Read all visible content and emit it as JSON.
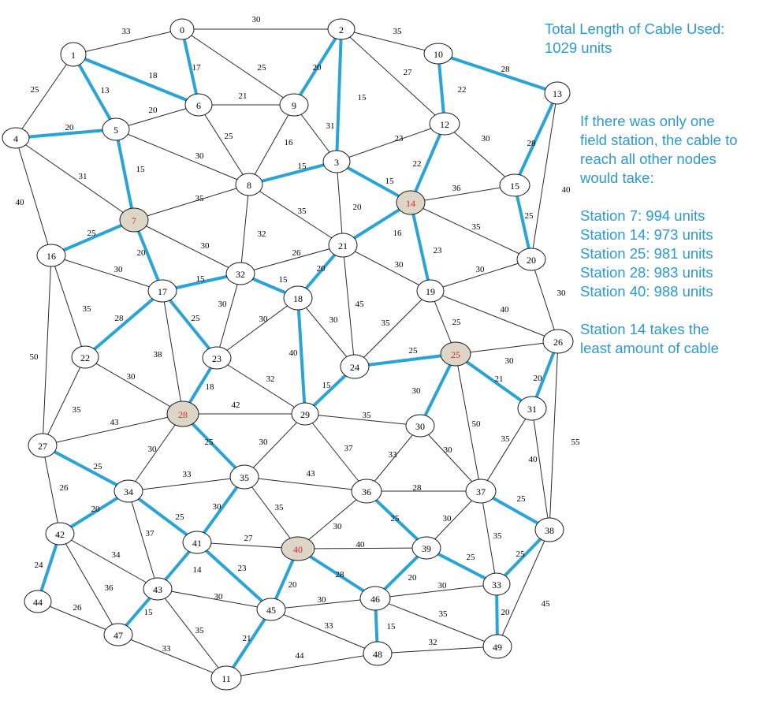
{
  "total_panel": {
    "line1": "Total Length of Cable Used:",
    "line2": "1029 units"
  },
  "info_panel": {
    "intro_lines": [
      "If there was only one",
      "field station, the cable to",
      "reach all other nodes",
      "would take:"
    ],
    "station_lines": [
      "Station 7: 994 units",
      "Station 14: 973 units",
      "Station 25: 981 units",
      "Station 28: 983 units",
      "Station 40: 988 units"
    ],
    "conclusion_lines": [
      "Station 14 takes the",
      "least amount of cable"
    ]
  },
  "colors": {
    "mst_edge": "#2aa3d5",
    "station_fill": "#ddd6c6",
    "station_label": "#e0262b",
    "panel_text": "#2a9bd0"
  },
  "graph": {
    "stations": [
      "7",
      "14",
      "25",
      "28",
      "40"
    ],
    "nodes": [
      "0",
      "1",
      "2",
      "3",
      "4",
      "5",
      "6",
      "7",
      "8",
      "9",
      "10",
      "11",
      "12",
      "13",
      "14",
      "15",
      "16",
      "17",
      "18",
      "19",
      "20",
      "21",
      "22",
      "23",
      "24",
      "25",
      "26",
      "27",
      "28",
      "29",
      "30",
      "31",
      "32",
      "33",
      "34",
      "35",
      "36",
      "37",
      "38",
      "39",
      "40",
      "41",
      "42",
      "43",
      "44",
      "45",
      "46",
      "47",
      "48",
      "49"
    ],
    "edges": [
      {
        "from": "0",
        "to": "1",
        "weight": "33",
        "mst": false
      },
      {
        "from": "0",
        "to": "2",
        "weight": "30",
        "mst": false
      },
      {
        "from": "0",
        "to": "6",
        "weight": "17",
        "mst": true
      },
      {
        "from": "0",
        "to": "9",
        "weight": "25",
        "mst": false
      },
      {
        "from": "1",
        "to": "4",
        "weight": "25",
        "mst": false
      },
      {
        "from": "1",
        "to": "5",
        "weight": "13",
        "mst": true
      },
      {
        "from": "1",
        "to": "6",
        "weight": "18",
        "mst": true
      },
      {
        "from": "2",
        "to": "9",
        "weight": "20",
        "mst": true
      },
      {
        "from": "2",
        "to": "3",
        "weight": "15",
        "mst": true
      },
      {
        "from": "2",
        "to": "10",
        "weight": "35",
        "mst": false
      },
      {
        "from": "2",
        "to": "12",
        "weight": "27",
        "mst": false
      },
      {
        "from": "4",
        "to": "5",
        "weight": "20",
        "mst": true
      },
      {
        "from": "4",
        "to": "7",
        "weight": "31",
        "mst": false
      },
      {
        "from": "4",
        "to": "16",
        "weight": "40",
        "mst": false
      },
      {
        "from": "5",
        "to": "6",
        "weight": "20",
        "mst": false
      },
      {
        "from": "5",
        "to": "7",
        "weight": "15",
        "mst": true
      },
      {
        "from": "5",
        "to": "8",
        "weight": "30",
        "mst": false
      },
      {
        "from": "6",
        "to": "9",
        "weight": "21",
        "mst": false
      },
      {
        "from": "6",
        "to": "8",
        "weight": "25",
        "mst": false
      },
      {
        "from": "9",
        "to": "8",
        "weight": "16",
        "mst": false
      },
      {
        "from": "9",
        "to": "3",
        "weight": "31",
        "mst": false
      },
      {
        "from": "3",
        "to": "8",
        "weight": "15",
        "mst": true
      },
      {
        "from": "3",
        "to": "12",
        "weight": "23",
        "mst": false
      },
      {
        "from": "3",
        "to": "14",
        "weight": "15",
        "mst": true
      },
      {
        "from": "3",
        "to": "21",
        "weight": "20",
        "mst": false
      },
      {
        "from": "10",
        "to": "12",
        "weight": "22",
        "mst": true
      },
      {
        "from": "10",
        "to": "13",
        "weight": "28",
        "mst": true
      },
      {
        "from": "12",
        "to": "14",
        "weight": "22",
        "mst": true
      },
      {
        "from": "12",
        "to": "15",
        "weight": "30",
        "mst": false
      },
      {
        "from": "13",
        "to": "15",
        "weight": "28",
        "mst": true
      },
      {
        "from": "13",
        "to": "20",
        "weight": "40",
        "mst": false
      },
      {
        "from": "14",
        "to": "15",
        "weight": "36",
        "mst": false
      },
      {
        "from": "14",
        "to": "20",
        "weight": "35",
        "mst": false
      },
      {
        "from": "14",
        "to": "21",
        "weight": "16",
        "mst": true
      },
      {
        "from": "14",
        "to": "19",
        "weight": "23",
        "mst": true
      },
      {
        "from": "15",
        "to": "20",
        "weight": "25",
        "mst": true
      },
      {
        "from": "7",
        "to": "8",
        "weight": "35",
        "mst": false
      },
      {
        "from": "7",
        "to": "16",
        "weight": "25",
        "mst": true
      },
      {
        "from": "7",
        "to": "17",
        "weight": "20",
        "mst": true
      },
      {
        "from": "7",
        "to": "32",
        "weight": "30",
        "mst": false
      },
      {
        "from": "8",
        "to": "21",
        "weight": "35",
        "mst": false
      },
      {
        "from": "8",
        "to": "32",
        "weight": "32",
        "mst": false
      },
      {
        "from": "16",
        "to": "17",
        "weight": "30",
        "mst": false
      },
      {
        "from": "16",
        "to": "22",
        "weight": "35",
        "mst": false
      },
      {
        "from": "16",
        "to": "27",
        "weight": "50",
        "mst": false
      },
      {
        "from": "17",
        "to": "32",
        "weight": "15",
        "mst": true
      },
      {
        "from": "17",
        "to": "22",
        "weight": "28",
        "mst": true
      },
      {
        "from": "17",
        "to": "23",
        "weight": "25",
        "mst": true
      },
      {
        "from": "17",
        "to": "28",
        "weight": "38",
        "mst": false
      },
      {
        "from": "32",
        "to": "21",
        "weight": "26",
        "mst": false
      },
      {
        "from": "32",
        "to": "18",
        "weight": "15",
        "mst": true
      },
      {
        "from": "32",
        "to": "23",
        "weight": "30",
        "mst": false
      },
      {
        "from": "21",
        "to": "18",
        "weight": "20",
        "mst": true
      },
      {
        "from": "21",
        "to": "24",
        "weight": "45",
        "mst": false
      },
      {
        "from": "21",
        "to": "19",
        "weight": "30",
        "mst": false
      },
      {
        "from": "20",
        "to": "19",
        "weight": "30",
        "mst": false
      },
      {
        "from": "20",
        "to": "26",
        "weight": "30",
        "mst": false
      },
      {
        "from": "19",
        "to": "24",
        "weight": "35",
        "mst": false
      },
      {
        "from": "19",
        "to": "25",
        "weight": "25",
        "mst": false
      },
      {
        "from": "19",
        "to": "26",
        "weight": "40",
        "mst": false
      },
      {
        "from": "18",
        "to": "23",
        "weight": "30",
        "mst": false
      },
      {
        "from": "18",
        "to": "24",
        "weight": "30",
        "mst": false
      },
      {
        "from": "18",
        "to": "29",
        "weight": "40",
        "mst": true
      },
      {
        "from": "22",
        "to": "28",
        "weight": "30",
        "mst": false
      },
      {
        "from": "22",
        "to": "27",
        "weight": "35",
        "mst": false
      },
      {
        "from": "23",
        "to": "28",
        "weight": "18",
        "mst": true
      },
      {
        "from": "23",
        "to": "29",
        "weight": "32",
        "mst": false
      },
      {
        "from": "24",
        "to": "25",
        "weight": "25",
        "mst": true
      },
      {
        "from": "24",
        "to": "29",
        "weight": "15",
        "mst": true
      },
      {
        "from": "25",
        "to": "26",
        "weight": "30",
        "mst": false
      },
      {
        "from": "25",
        "to": "31",
        "weight": "21",
        "mst": true
      },
      {
        "from": "25",
        "to": "30",
        "weight": "30",
        "mst": true
      },
      {
        "from": "25",
        "to": "37",
        "weight": "50",
        "mst": false
      },
      {
        "from": "26",
        "to": "31",
        "weight": "20",
        "mst": true
      },
      {
        "from": "26",
        "to": "38",
        "weight": "55",
        "mst": false
      },
      {
        "from": "27",
        "to": "28",
        "weight": "43",
        "mst": false
      },
      {
        "from": "27",
        "to": "34",
        "weight": "25",
        "mst": true
      },
      {
        "from": "27",
        "to": "42",
        "weight": "26",
        "mst": false
      },
      {
        "from": "28",
        "to": "29",
        "weight": "42",
        "mst": false
      },
      {
        "from": "28",
        "to": "34",
        "weight": "30",
        "mst": false
      },
      {
        "from": "28",
        "to": "35",
        "weight": "25",
        "mst": true
      },
      {
        "from": "29",
        "to": "30",
        "weight": "35",
        "mst": false
      },
      {
        "from": "29",
        "to": "35",
        "weight": "30",
        "mst": false
      },
      {
        "from": "29",
        "to": "36",
        "weight": "37",
        "mst": false
      },
      {
        "from": "30",
        "to": "36",
        "weight": "33",
        "mst": false
      },
      {
        "from": "30",
        "to": "37",
        "weight": "30",
        "mst": false
      },
      {
        "from": "31",
        "to": "37",
        "weight": "35",
        "mst": false
      },
      {
        "from": "31",
        "to": "38",
        "weight": "40",
        "mst": false
      },
      {
        "from": "34",
        "to": "35",
        "weight": "33",
        "mst": false
      },
      {
        "from": "34",
        "to": "42",
        "weight": "20",
        "mst": true
      },
      {
        "from": "34",
        "to": "41",
        "weight": "25",
        "mst": true
      },
      {
        "from": "34",
        "to": "43",
        "weight": "37",
        "mst": false
      },
      {
        "from": "35",
        "to": "36",
        "weight": "43",
        "mst": false
      },
      {
        "from": "35",
        "to": "41",
        "weight": "30",
        "mst": true
      },
      {
        "from": "35",
        "to": "40",
        "weight": "35",
        "mst": false
      },
      {
        "from": "36",
        "to": "37",
        "weight": "28",
        "mst": false
      },
      {
        "from": "36",
        "to": "39",
        "weight": "25",
        "mst": true
      },
      {
        "from": "36",
        "to": "40",
        "weight": "30",
        "mst": false
      },
      {
        "from": "37",
        "to": "38",
        "weight": "25",
        "mst": true
      },
      {
        "from": "37",
        "to": "39",
        "weight": "30",
        "mst": false
      },
      {
        "from": "37",
        "to": "33",
        "weight": "35",
        "mst": false
      },
      {
        "from": "38",
        "to": "33",
        "weight": "25",
        "mst": true
      },
      {
        "from": "38",
        "to": "49",
        "weight": "45",
        "mst": false
      },
      {
        "from": "42",
        "to": "44",
        "weight": "24",
        "mst": true
      },
      {
        "from": "42",
        "to": "43",
        "weight": "34",
        "mst": false
      },
      {
        "from": "42",
        "to": "47",
        "weight": "36",
        "mst": false
      },
      {
        "from": "41",
        "to": "40",
        "weight": "27",
        "mst": false
      },
      {
        "from": "41",
        "to": "43",
        "weight": "14",
        "mst": true
      },
      {
        "from": "41",
        "to": "45",
        "weight": "23",
        "mst": true
      },
      {
        "from": "40",
        "to": "39",
        "weight": "40",
        "mst": false
      },
      {
        "from": "40",
        "to": "45",
        "weight": "20",
        "mst": true
      },
      {
        "from": "40",
        "to": "46",
        "weight": "28",
        "mst": true
      },
      {
        "from": "39",
        "to": "46",
        "weight": "20",
        "mst": true
      },
      {
        "from": "39",
        "to": "33",
        "weight": "25",
        "mst": true
      },
      {
        "from": "44",
        "to": "47",
        "weight": "26",
        "mst": false
      },
      {
        "from": "43",
        "to": "47",
        "weight": "15",
        "mst": true
      },
      {
        "from": "43",
        "to": "45",
        "weight": "30",
        "mst": false
      },
      {
        "from": "43",
        "to": "11",
        "weight": "35",
        "mst": false
      },
      {
        "from": "47",
        "to": "11",
        "weight": "33",
        "mst": false
      },
      {
        "from": "45",
        "to": "46",
        "weight": "30",
        "mst": false
      },
      {
        "from": "45",
        "to": "48",
        "weight": "33",
        "mst": false
      },
      {
        "from": "45",
        "to": "11",
        "weight": "21",
        "mst": true
      },
      {
        "from": "46",
        "to": "33",
        "weight": "30",
        "mst": false
      },
      {
        "from": "46",
        "to": "48",
        "weight": "15",
        "mst": true
      },
      {
        "from": "46",
        "to": "49",
        "weight": "35",
        "mst": false
      },
      {
        "from": "33",
        "to": "49",
        "weight": "20",
        "mst": true
      },
      {
        "from": "48",
        "to": "49",
        "weight": "32",
        "mst": false
      },
      {
        "from": "11",
        "to": "48",
        "weight": "44",
        "mst": false
      }
    ]
  }
}
